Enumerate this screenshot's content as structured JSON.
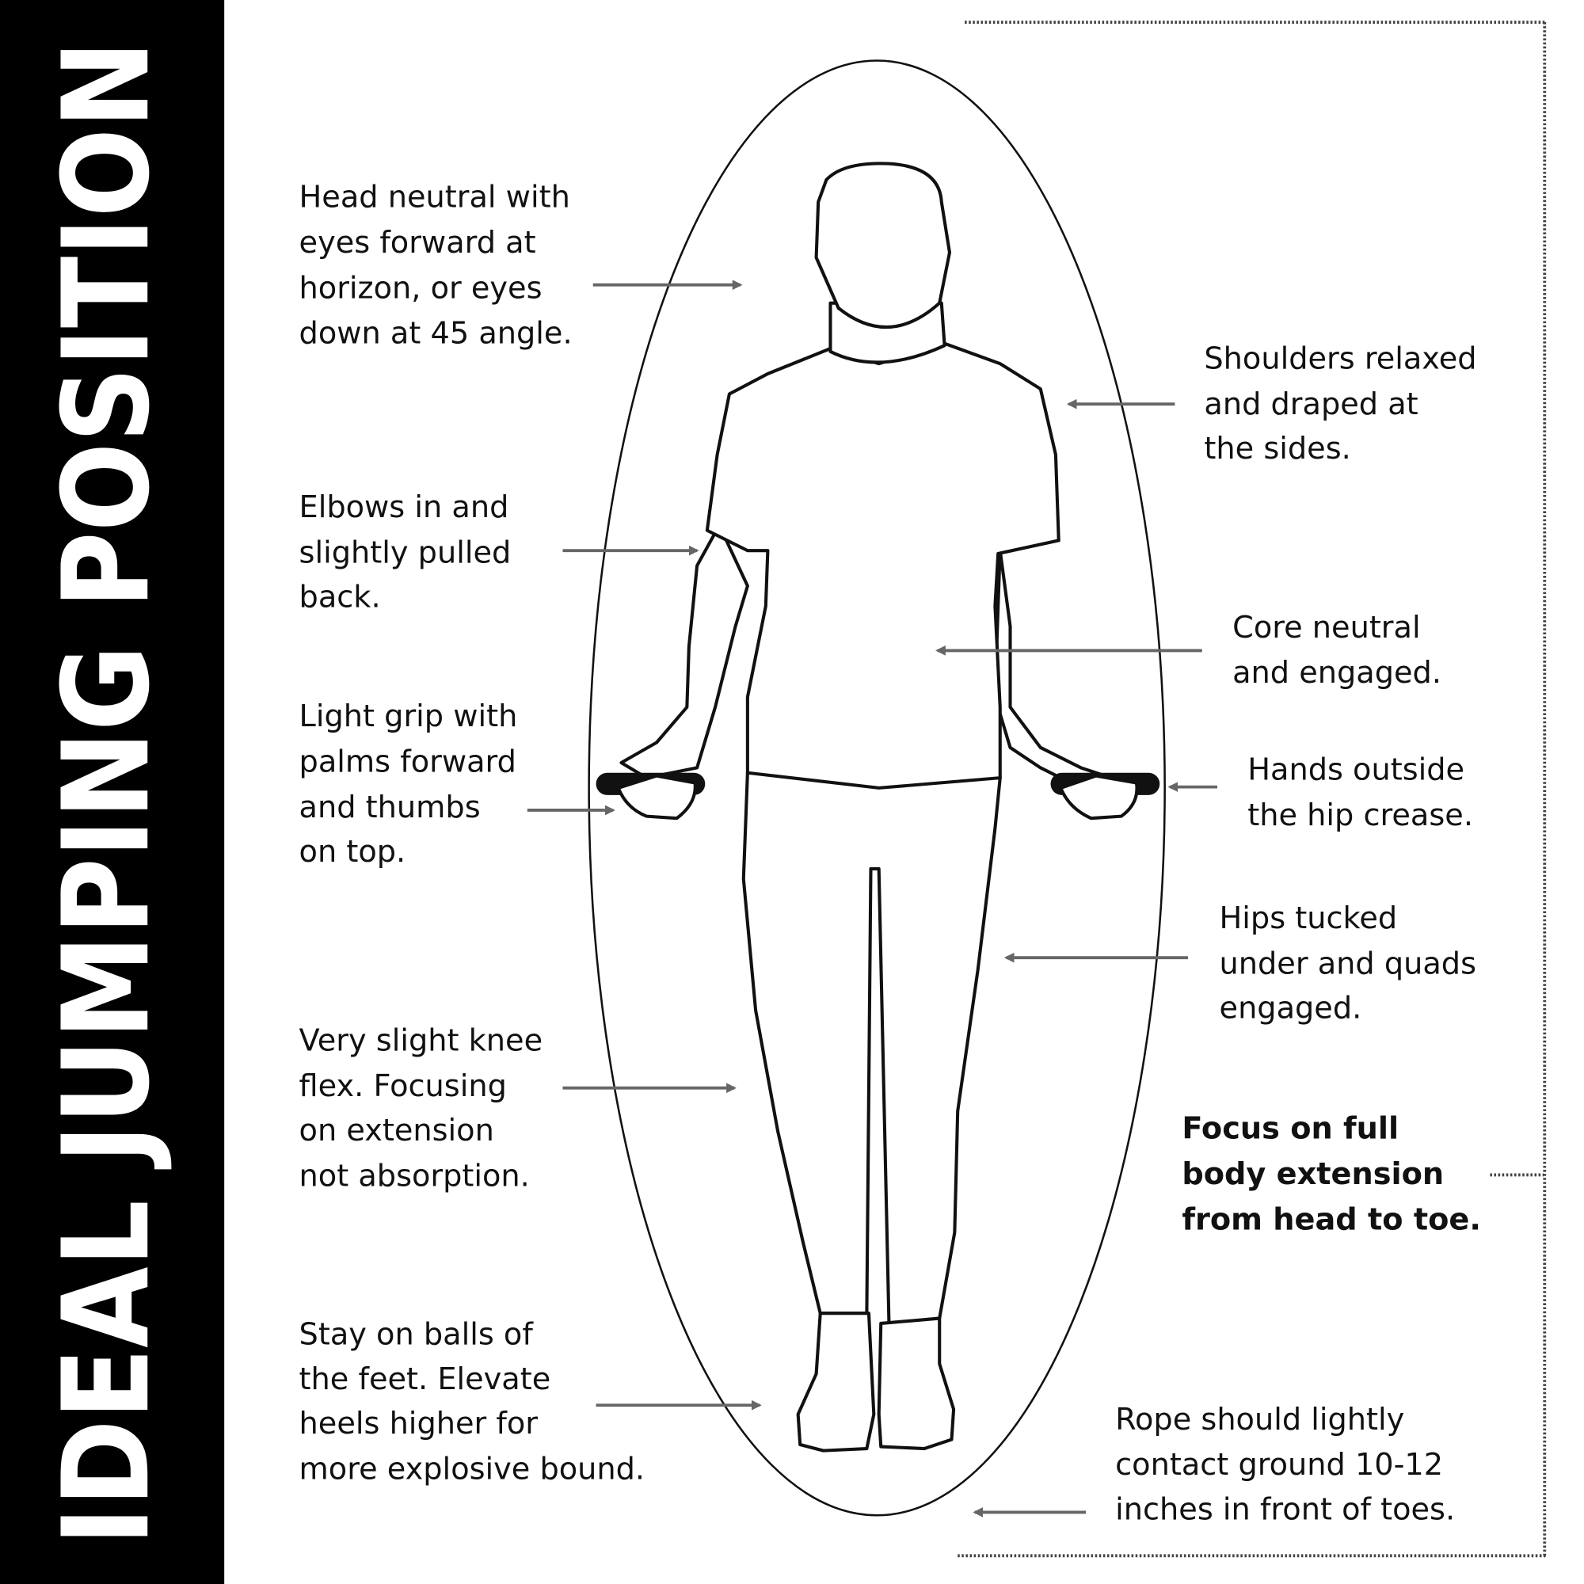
{
  "title": "IDEAL JUMPING POSITION",
  "colors": {
    "sidebar": "#000000",
    "arrow": "#666666",
    "text": "#111111"
  },
  "left_notes": [
    {
      "lines": [
        "Head neutral with",
        "eyes forward at",
        "horizon, or eyes",
        "down at 45 angle."
      ]
    },
    {
      "lines": [
        "Elbows in and",
        "slightly pulled",
        "back."
      ]
    },
    {
      "lines": [
        "Light grip with",
        "palms forward",
        "and thumbs",
        "on top."
      ]
    },
    {
      "lines": [
        "Very slight knee",
        "flex. Focusing",
        "on extension",
        "not absorption."
      ]
    },
    {
      "lines": [
        "Stay on balls of",
        "the feet. Elevate",
        "heels higher for",
        "more explosive bound."
      ]
    }
  ],
  "right_notes": [
    {
      "lines": [
        "Shoulders relaxed",
        "and draped at",
        "the sides."
      ]
    },
    {
      "lines": [
        "Core neutral",
        "and engaged."
      ]
    },
    {
      "lines": [
        "Hands outside",
        "the hip crease."
      ]
    },
    {
      "lines": [
        "Hips tucked",
        "under and quads",
        "engaged."
      ]
    },
    {
      "lines": [
        "Focus on full",
        "body extension",
        "from head to toe."
      ]
    },
    {
      "lines": [
        "Rope should lightly",
        "contact ground 10-12",
        "inches in front of toes."
      ]
    }
  ]
}
